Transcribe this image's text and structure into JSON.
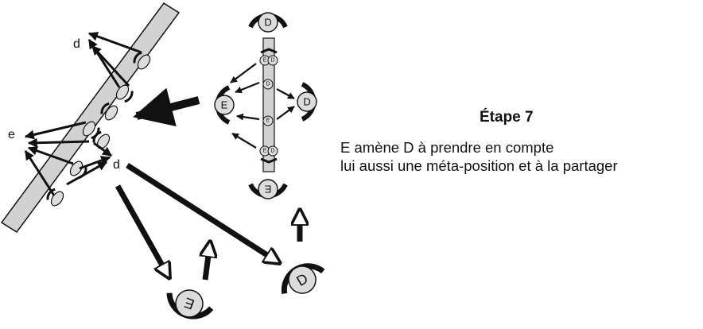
{
  "caption": {
    "title": "Étape 7",
    "line1": "E amène D à prendre en compte",
    "line2": "lui aussi une méta-position et à la partager"
  },
  "labels": {
    "d_top": "d",
    "e_left": "e",
    "d_mid": "d"
  },
  "persons": {
    "e": "E",
    "d": "D"
  },
  "colors": {
    "ink": "#111111",
    "band_fill": "#d2d2d2",
    "head_fill": "#dcdcdc"
  }
}
